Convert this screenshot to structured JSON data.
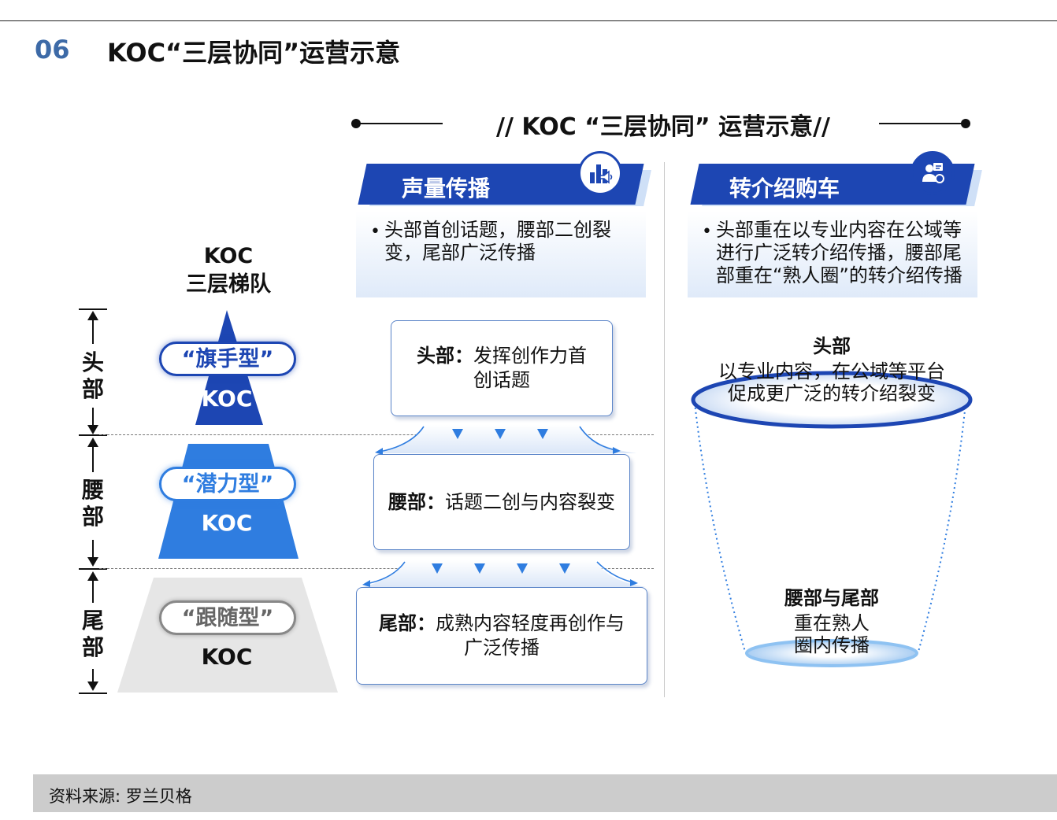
{
  "header": {
    "section_number": "06",
    "title": "KOC“三层协同”运营示意"
  },
  "banner": {
    "title": "// KOC “三层协同” 运营示意//"
  },
  "left": {
    "title_line1": "KOC",
    "title_line2": "三层梯队",
    "tiers": [
      {
        "side_label": "头部",
        "type_label": "“旗手型”",
        "koc_label": "KOC"
      },
      {
        "side_label": "腰部",
        "type_label": "“潜力型”",
        "koc_label": "KOC"
      },
      {
        "side_label": "尾部",
        "type_label": "“跟随型”",
        "koc_label": "KOC"
      }
    ]
  },
  "column_voice": {
    "header": "声量传播",
    "icon": "megaphone-chart-icon",
    "description": "头部首创话题，腰部二创裂变，尾部广泛传播",
    "boxes": [
      {
        "bold": "头部：",
        "text": "发挥创作力首创话题"
      },
      {
        "bold": "腰部：",
        "text": "话题二创与内容裂变"
      },
      {
        "bold": "尾部：",
        "text": "成熟内容轻度再创作与广泛传播"
      }
    ]
  },
  "column_referral": {
    "header": "转介绍购车",
    "icon": "person-referral-icon",
    "description": "头部重在以专业内容在公域等进行广泛转介绍传播，腰部尾部重在“熟人圈”的转介绍传播",
    "top_title": "头部",
    "top_text": "以专业内容，在公域等平台促成更广泛的转介绍裂变",
    "bottom_title": "腰部与尾部",
    "bottom_text": "重在熟人圈内传播"
  },
  "footer": {
    "source": "资料来源: 罗兰贝格"
  },
  "colors": {
    "dark_blue": "#1d46b3",
    "mid_blue": "#2f7de0",
    "light_gray": "#e6e6e6",
    "section_blue": "#3d6aa7"
  }
}
